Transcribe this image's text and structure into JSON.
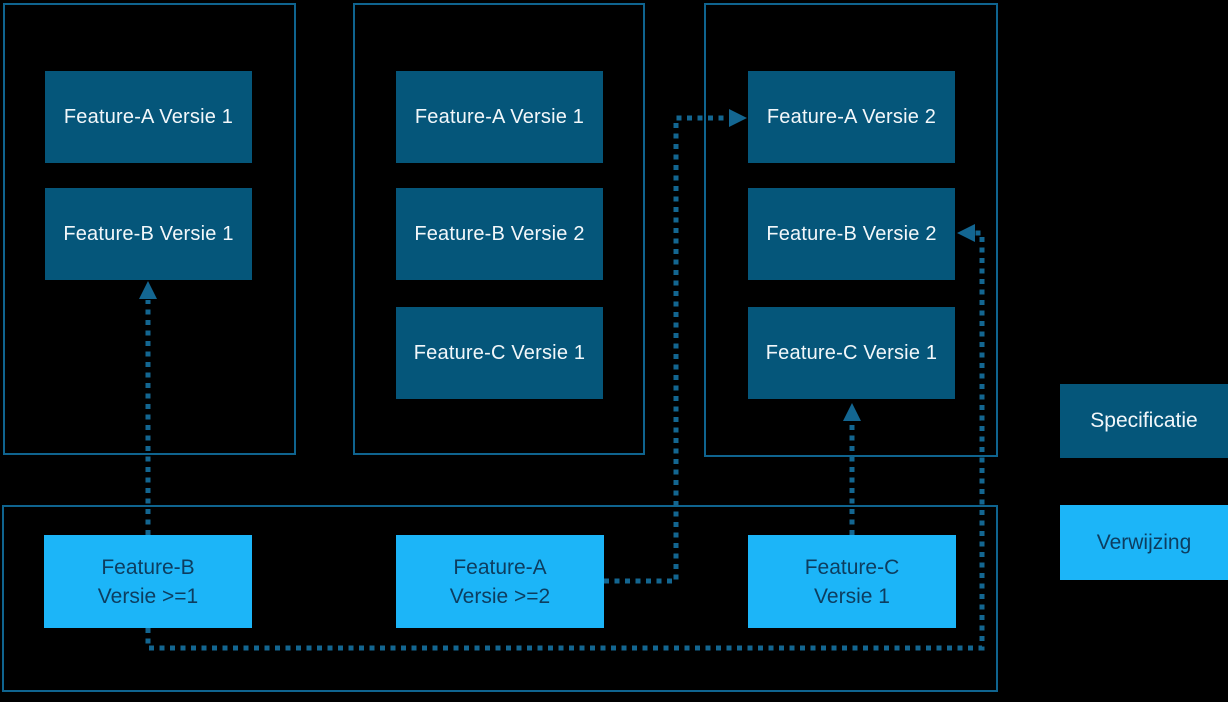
{
  "diagram": {
    "language": "nl",
    "topic": "feature-version-specification-references"
  },
  "colors": {
    "bg": "#000000",
    "spec_fill": "#05567a",
    "ref_fill": "#1cb5f8",
    "border": "#0f648f",
    "arrow": "#136691",
    "spec_text": "#f2f7fa",
    "ref_text": "#0d3d5f"
  },
  "groups": [
    {
      "id": "left",
      "boxes": [
        {
          "label": "Feature-A Versie 1"
        },
        {
          "label": "Feature-B Versie 1"
        }
      ]
    },
    {
      "id": "middle",
      "boxes": [
        {
          "label": "Feature-A Versie 1"
        },
        {
          "label": "Feature-B Versie 2"
        },
        {
          "label": "Feature-C Versie 1"
        }
      ]
    },
    {
      "id": "right",
      "boxes": [
        {
          "label": "Feature-A Versie 2"
        },
        {
          "label": "Feature-B Versie 2"
        },
        {
          "label": "Feature-C Versie 1"
        }
      ]
    }
  ],
  "references": [
    {
      "line1": "Feature-B",
      "line2": "Versie >=1"
    },
    {
      "line1": "Feature-A",
      "line2": "Versie >=2"
    },
    {
      "line1": "Feature-C",
      "line2": "Versie 1"
    }
  ],
  "connections": [
    {
      "from": "Feature-B Versie >=1",
      "to": "Feature-B Versie 1 (left group)"
    },
    {
      "from": "Feature-B Versie >=1",
      "to": "Feature-B Versie 2 (right group)"
    },
    {
      "from": "Feature-A Versie >=2",
      "to": "Feature-A Versie 2 (right group)"
    },
    {
      "from": "Feature-C Versie 1",
      "to": "Feature-C Versie 1 (right group)"
    }
  ],
  "legend": {
    "specification_label": "Specificatie",
    "reference_label": "Verwijzing"
  }
}
